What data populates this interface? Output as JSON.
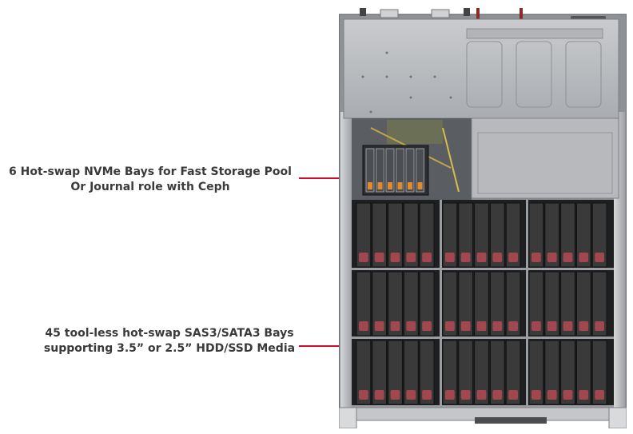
{
  "callouts": [
    {
      "lines": [
        "6 Hot-swap NVMe Bays for Fast Storage Pool",
        "Or Journal role with Ceph"
      ]
    },
    {
      "lines": [
        "45 tool-less hot-swap SAS3/SATA3 Bays",
        "supporting 3.5” or 2.5” HDD/SSD Media"
      ]
    }
  ],
  "colors": {
    "leader": "#c8102e",
    "drive_tray": "#3a3a3a",
    "drive_latch": "#a0474f",
    "nvme_latch": "#e38b2c",
    "chassis_lid": "#b8babd"
  },
  "counts": {
    "nvme_bays": 6,
    "hdd_bays": 45
  }
}
